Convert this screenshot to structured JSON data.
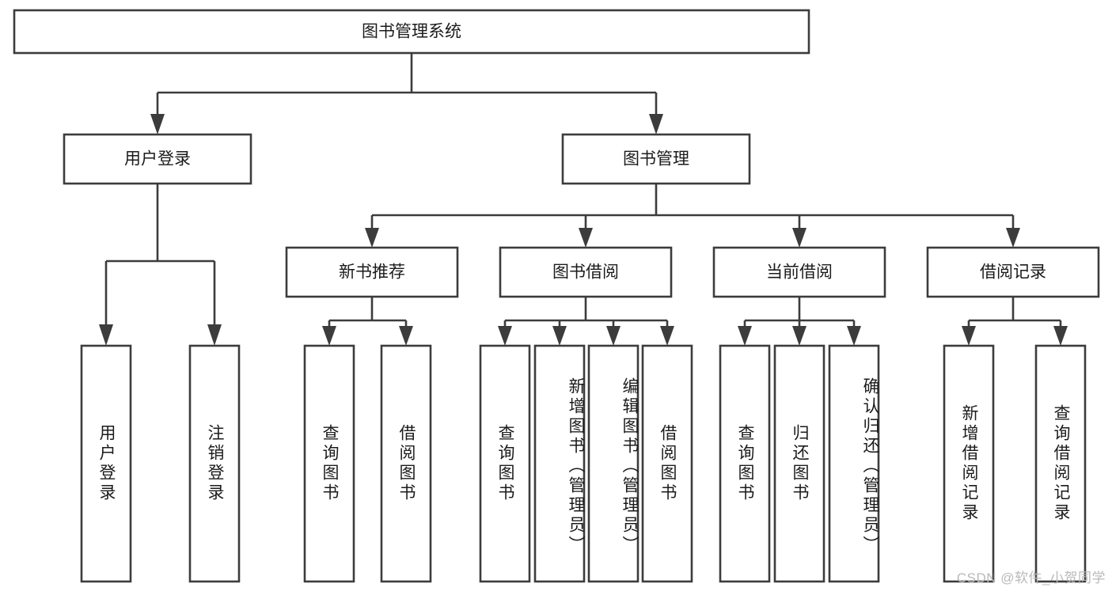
{
  "diagram": {
    "title": "图书管理系统",
    "type": "tree",
    "orientation": "top-down",
    "colors": {
      "box_stroke": "#3c3c3c",
      "box_fill": "#ffffff",
      "text": "#1b1b1b",
      "background": "#ffffff",
      "watermark": "#b9b9b9"
    },
    "root": {
      "label": "图书管理系统"
    },
    "level1": [
      {
        "label": "用户登录"
      },
      {
        "label": "图书管理"
      }
    ],
    "level2": [
      {
        "label": "新书推荐"
      },
      {
        "label": "图书借阅"
      },
      {
        "label": "当前借阅"
      },
      {
        "label": "借阅记录"
      }
    ],
    "leaves": {
      "user_login": [
        {
          "label": "用户登录"
        },
        {
          "label": "注销登录"
        }
      ],
      "new_book_recommend": [
        {
          "label": "查询图书"
        },
        {
          "label": "借阅图书"
        }
      ],
      "book_borrow": [
        {
          "label": "查询图书"
        },
        {
          "label": "新增图书（管理员）"
        },
        {
          "label": "编辑图书（管理员）"
        },
        {
          "label": "借阅图书"
        }
      ],
      "current_borrow": [
        {
          "label": "查询图书"
        },
        {
          "label": "归还图书"
        },
        {
          "label": "确认归还（管理员）"
        }
      ],
      "borrow_record": [
        {
          "label": "新增借阅记录"
        },
        {
          "label": "查询借阅记录"
        }
      ]
    }
  },
  "watermark": {
    "text": "CSDN @软件_小贺同学"
  }
}
